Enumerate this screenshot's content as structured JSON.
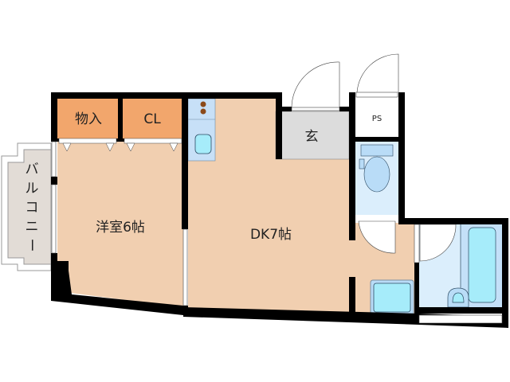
{
  "floorplan": {
    "rooms": {
      "storage": "物入",
      "closet": "CL",
      "western_room": "洋室6帖",
      "dining_kitchen": "DK7帖",
      "entrance": "玄",
      "pipe_space": "PS",
      "balcony": [
        "バ",
        "ル",
        "コ",
        "ニ",
        "ー"
      ]
    },
    "colors": {
      "room_floor": "#f1cfb0",
      "closet_floor": "#f2a66c",
      "entrance_floor": "#dcdcdc",
      "wet_area": "#dbeefc",
      "fixture_blue": "#b9dcf7",
      "fixture_cyan": "#a6ecfa",
      "balcony": "#e2dcd6",
      "wall": "#000000"
    }
  }
}
